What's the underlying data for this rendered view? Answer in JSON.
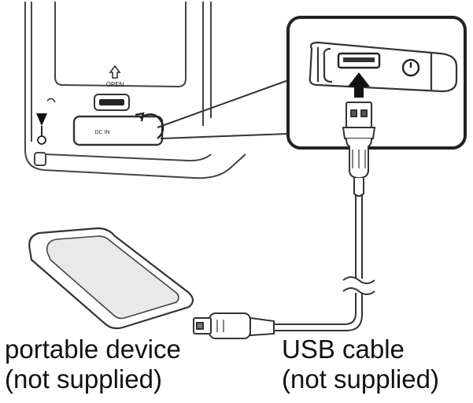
{
  "diagram": {
    "device_labels": {
      "open_label": "OPEN",
      "dc_in_label": "DC IN"
    }
  },
  "captions": {
    "portable_device": {
      "line1": "portable device",
      "line2": "(not supplied)"
    },
    "usb_cable": {
      "line1": "USB cable",
      "line2": "(not supplied)"
    }
  }
}
